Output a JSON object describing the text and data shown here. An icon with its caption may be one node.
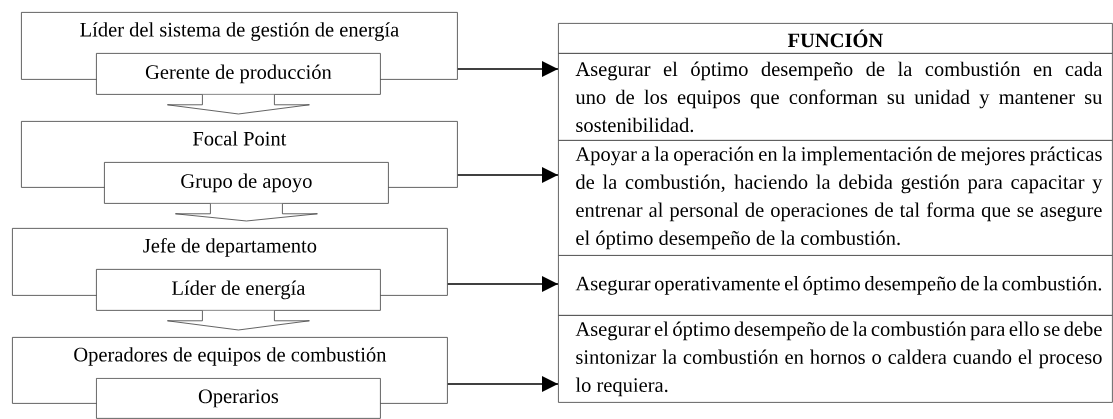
{
  "diagram": {
    "nodes": [
      {
        "text": [
          "Líder del sistema de gestión de energía"
        ]
      },
      {
        "text": [
          "Gerente de producción"
        ]
      },
      {
        "text": [
          "Focal Point"
        ]
      },
      {
        "text": [
          "Grupo de apoyo"
        ]
      },
      {
        "text": [
          "Jefe de departamento"
        ]
      },
      {
        "text": [
          "Líder de energía"
        ]
      },
      {
        "text": [
          "Operadores de equipos de combustión"
        ]
      },
      {
        "text": [
          "Operarios"
        ]
      },
      {
        "text": [
          "FUNCIÓN"
        ]
      },
      {
        "text": [
          "Asegurar el óptimo desempeño de la combustión en cada uno de los equipos que conforman su unidad y mantener su sostenibilidad."
        ]
      },
      {
        "text": [
          "Apoyar a la operación en la implementación de mejores prácticas de la combustión, haciendo la debida gestión para capacitar y entrenar al personal de operaciones de tal forma que se asegure el óptimo desempeño de la combustión."
        ]
      },
      {
        "text": [
          "Asegurar operativamente el óptimo desempeño de la combustión."
        ]
      },
      {
        "text": [
          "Asegurar el óptimo desempeño de la combustión para ello se debe sintonizar la combustión en hornos o caldera cuando el proceso lo requiera."
        ]
      }
    ],
    "edges": [
      {
        "from": 1,
        "to": 2,
        "arrow": "to",
        "style": "thick"
      },
      {
        "from": 3,
        "to": 4,
        "arrow": "to",
        "style": "thick"
      },
      {
        "from": 5,
        "to": 6,
        "arrow": "to",
        "style": "thick"
      },
      {
        "from": 0,
        "to": 9,
        "arrow": "to"
      },
      {
        "from": 2,
        "to": 10,
        "arrow": "to"
      },
      {
        "from": 4,
        "to": 11,
        "arrow": "to"
      },
      {
        "from": 6,
        "to": 12,
        "arrow": "to"
      }
    ]
  }
}
